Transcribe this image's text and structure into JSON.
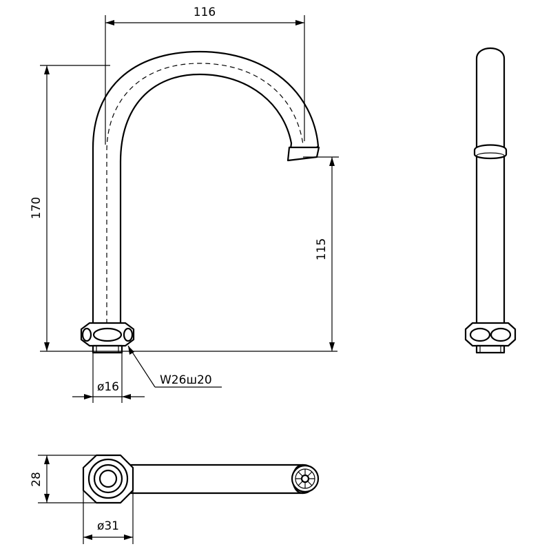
{
  "dimensions": {
    "width_top": "116",
    "height_total": "170",
    "spout_height": "115",
    "tube_diameter": "ø16",
    "thread": "W26ш20",
    "base_depth": "28",
    "nut_diameter": "ø31"
  }
}
